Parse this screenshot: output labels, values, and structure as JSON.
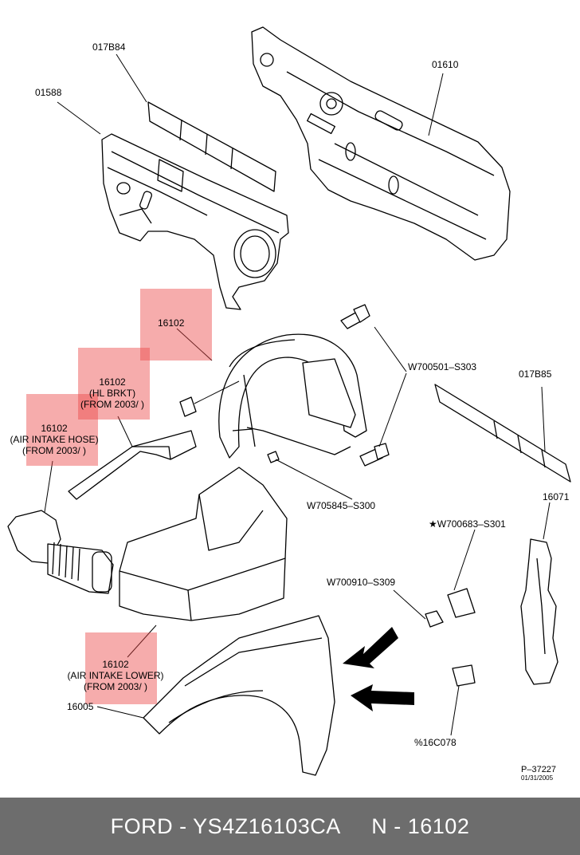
{
  "labels": {
    "l017b84": "017B84",
    "l01588": "01588",
    "l01610": "01610",
    "l16102_a": "16102",
    "l16102_b_line1": "16102",
    "l16102_b_line2": "(HL BRKT)",
    "l16102_b_line3": "(FROM 2003/ )",
    "l16102_c_line1": "16102",
    "l16102_c_line2": "(AIR INTAKE HOSE)",
    "l16102_c_line3": "(FROM 2003/ )",
    "w700501": "W700501–S303",
    "l017b85": "017B85",
    "w705845": "W705845–S300",
    "l16071": "16071",
    "w700683": "★W700683–S301",
    "w700910": "W700910–S309",
    "l16102_d_line1": "16102",
    "l16102_d_line2": "(AIR INTAKE LOWER)",
    "l16102_d_line3": "(FROM 2003/ )",
    "l16005": "16005",
    "l16c078": "%16C078"
  },
  "reference": {
    "code": "P–37227",
    "date": "01/31/2005"
  },
  "highlight_color": "#ec4646",
  "footer": {
    "text": "FORD - YS4Z16103CA     N - 16102"
  }
}
